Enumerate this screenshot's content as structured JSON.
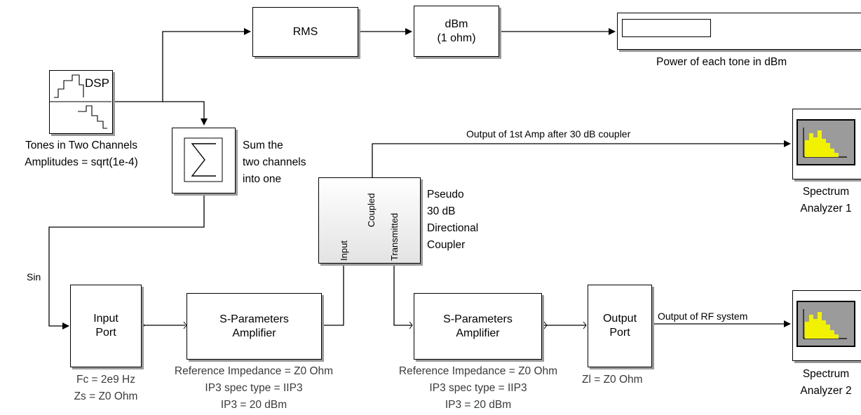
{
  "blocks": {
    "rms": {
      "label": "RMS"
    },
    "dbm": {
      "label": "dBm\n(1 ohm)"
    },
    "dsp": {
      "label": "DSP"
    },
    "sum": {
      "symbol": "∑"
    },
    "coupler": {
      "port_input": "Input",
      "port_coupled": "Coupled",
      "port_transmitted": "Transmitted"
    },
    "input_port": {
      "label": "Input\nPort"
    },
    "amp1": {
      "label": "S-Parameters\nAmplifier"
    },
    "amp2": {
      "label": "S-Parameters\nAmplifier"
    },
    "output_port": {
      "label": "Output\nPort"
    }
  },
  "annotations": {
    "power_label": "Power of each tone in dBm",
    "tones_label": "Tones in Two Channels\nAmplitudes = sqrt(1e-4)",
    "sum_label": "Sum the\ntwo channels\ninto one",
    "coupler_label": "Pseudo\n30 dB\nDirectional\nCoupler",
    "spectrum1_label": "Spectrum\nAnalyzer 1",
    "spectrum2_label": "Spectrum\nAnalyzer 2",
    "input_port_params": "Fc = 2e9 Hz\nZs = Z0 Ohm",
    "amp1_params": "Reference Impedance = Z0 Ohm\nIP3 spec type = IIP3\nIP3 = 20 dBm",
    "amp2_params": "Reference Impedance = Z0 Ohm\nIP3 spec type = IIP3\nIP3 = 20 dBm",
    "output_port_params": "Zl = Z0 Ohm"
  },
  "signals": {
    "sin": "Sin",
    "coupled_out": "Output of 1st Amp after 30 dB coupler",
    "rf_out": "Output of RF system"
  },
  "colors": {
    "scope_bar": "#f2f200",
    "scope_screen": "#9b9b9b"
  }
}
